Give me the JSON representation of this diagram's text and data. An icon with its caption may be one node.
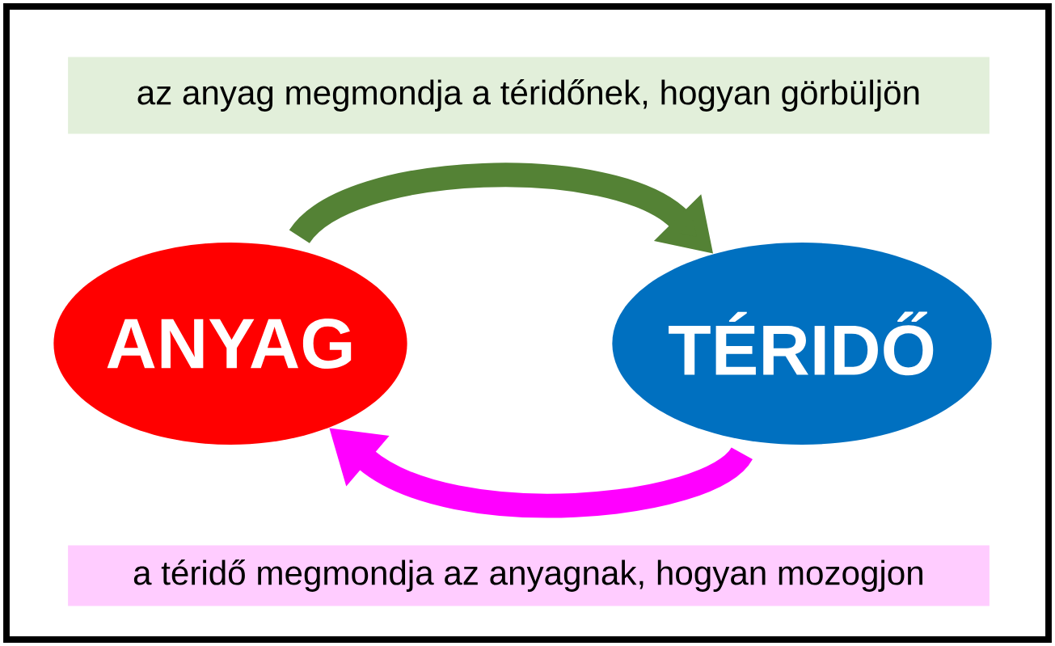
{
  "diagram": {
    "nodes": [
      {
        "text": [
          "az anyag megmondja a téridőnek, hogyan görbüljön"
        ]
      },
      {
        "text": [
          "ANYAG"
        ]
      },
      {
        "text": [
          "TÉRIDŐ"
        ]
      },
      {
        "text": [
          "a téridő megmondja az anyagnak, hogyan mozogjon"
        ]
      }
    ],
    "edges": [
      {
        "from": 1,
        "to": 2,
        "arrow": "to",
        "color": "#548235"
      },
      {
        "from": 2,
        "to": 1,
        "arrow": "to",
        "color": "#ff00ff"
      }
    ]
  }
}
